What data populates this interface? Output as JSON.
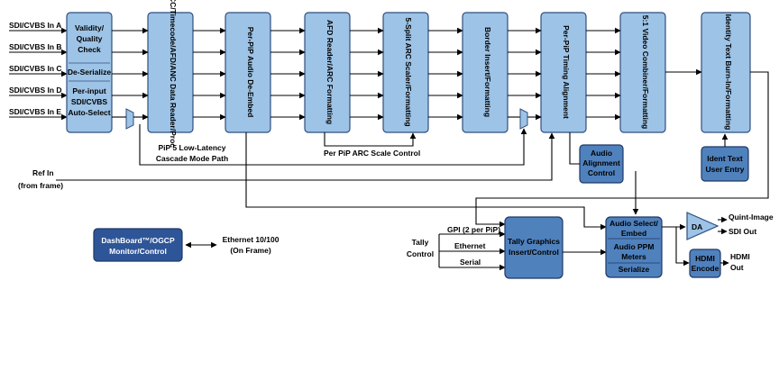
{
  "inputs": [
    "SDI/CVBS In A",
    "SDI/CVBS In B",
    "SDI/CVBS In C",
    "SDI/CVBS In D",
    "SDI/CVBS In E"
  ],
  "input_block": {
    "validity": [
      "Validity/",
      "Quality",
      "Check"
    ],
    "deserialize": "De-Serialize",
    "autoselect": [
      "Per-input",
      "SDI/CVBS",
      "Auto-Select"
    ]
  },
  "pipeline": [
    "CC/Timecode/AFD/ANC Data Reader/Proc",
    "Per-PiP Audio De-Embed",
    "AFD Reader/ARC Formatting",
    "5-Split ARC Scaler/Formatting",
    "Border Insert/Formatting",
    "Per-PiP Timing Alignment",
    "5:1 Video Combiner/Formatting",
    "Identity Text Burn-In/Formatting"
  ],
  "labels": {
    "cascade": [
      "PiP 5 Low-Latency",
      "Cascade Mode Path"
    ],
    "arc_control": "Per PiP ARC Scale Control",
    "ref_in": [
      "Ref In",
      "(from frame)"
    ],
    "ethernet_frame": [
      "Ethernet 10/100",
      "(On Frame)"
    ],
    "tally_control": [
      "Tally",
      "Control"
    ],
    "gpi": "GPI (2 per PiP)",
    "ethernet": "Ethernet",
    "serial": "Serial",
    "quint_image": "Quint-Image",
    "sdi_out": "SDI Out",
    "hdmi_out": [
      "HDMI",
      "Out"
    ]
  },
  "blocks": {
    "audio_alignment": [
      "Audio",
      "Alignment",
      "Control"
    ],
    "ident_text": [
      "Ident Text",
      "User Entry"
    ],
    "dashboard": [
      "DashBoard™/OGCP",
      "Monitor/Control"
    ],
    "tally_graphics": [
      "Tally Graphics",
      "Insert/Control"
    ],
    "audio_select": [
      "Audio Select/",
      "Embed"
    ],
    "audio_ppm": [
      "Audio PPM",
      "Meters"
    ],
    "serialize": "Serialize",
    "da": "DA",
    "hdmi_encode": [
      "HDMI",
      "Encode"
    ]
  },
  "colors": {
    "light_block": "#9dc3e6",
    "medium_block": "#4f81bd",
    "dark_block": "#2e5597",
    "wire": "#000000"
  }
}
